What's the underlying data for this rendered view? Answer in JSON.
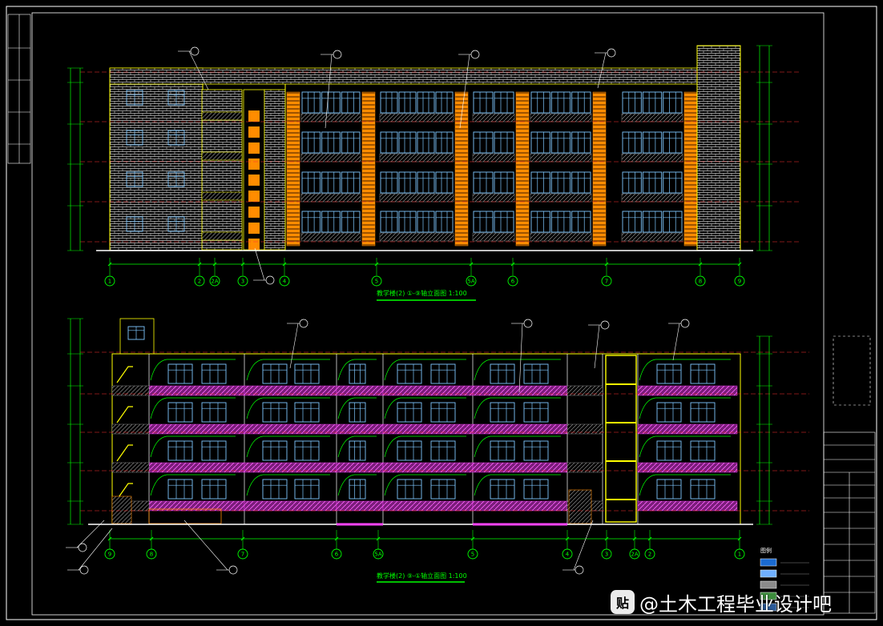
{
  "colors": {
    "bg": "#000000",
    "frame": "#ffffff",
    "dim": "#00ff00",
    "floor_level": "#ff3030",
    "axis_label": "#ff44ff",
    "brick": "#c8c8c8",
    "window": "#7fc8ff",
    "orange_panel": "#ff8c00",
    "wall_outline": "#ffff00",
    "slab_hatch": "#ff44ff",
    "callout": "#ffffff",
    "grid_bubble": "#00ff00"
  },
  "elevation_front": {
    "title": "教学楼(2) ①-⑨轴立面图 1:100",
    "grid_axes": [
      "1",
      "2",
      "2A",
      "3",
      "4",
      "5",
      "5A",
      "6",
      "7",
      "8",
      "9"
    ]
  },
  "elevation_back": {
    "title": "教学楼(2) ⑨-①轴立面图 1:100",
    "grid_axes": [
      "9",
      "8",
      "7",
      "6",
      "5A",
      "5",
      "4",
      "3",
      "2A",
      "2",
      "1"
    ]
  },
  "legend": {
    "title": "图例",
    "swatches": [
      "#1a6ad0",
      "#6fb0ff",
      "#8a8a8a",
      "#3c8c3c",
      "#2a5a9a"
    ]
  },
  "watermark": {
    "badge": "贴",
    "text": "@土木工程毕业设计吧"
  }
}
